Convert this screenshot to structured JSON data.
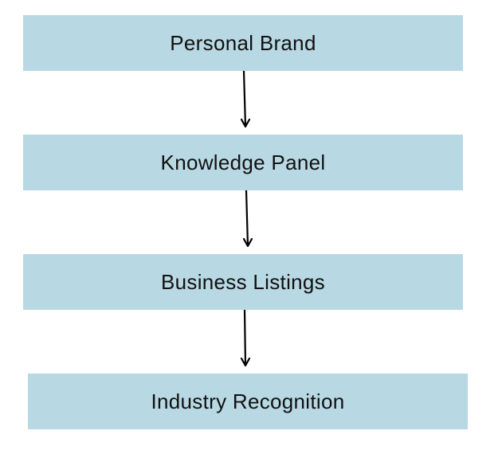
{
  "theme": {
    "box_fill": "#b8d8e3",
    "text_color": "#111111",
    "arrow_color": "#000000",
    "background": "#ffffff"
  },
  "nodes": [
    {
      "label": "Personal Brand"
    },
    {
      "label": "Knowledge Panel"
    },
    {
      "label": "Business Listings"
    },
    {
      "label": "Industry Recognition"
    }
  ],
  "edges": [
    {
      "from": "Personal Brand",
      "to": "Knowledge Panel"
    },
    {
      "from": "Knowledge Panel",
      "to": "Business Listings"
    },
    {
      "from": "Business Listings",
      "to": "Industry Recognition"
    }
  ]
}
